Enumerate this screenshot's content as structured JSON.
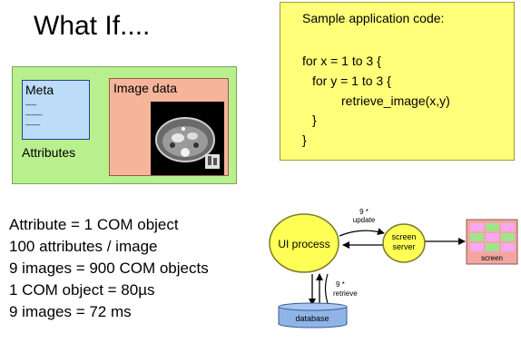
{
  "title": "What If....",
  "object_box": {
    "meta_label": "Meta",
    "meta_lines": [
      "------",
      "---------",
      "--------"
    ],
    "attributes_label": "Attributes",
    "image_label": "Image data"
  },
  "code": {
    "header": "Sample application code:",
    "lines": [
      "for x = 1 to 3 {",
      "for y = 1 to 3 {",
      "retrieve_image(x,y)",
      "}",
      "}"
    ]
  },
  "stats": [
    "Attribute = 1 COM object",
    "100 attributes / image",
    "9 images = 900 COM objects",
    "1 COM object = 80µs",
    "9 images = 72 ms"
  ],
  "flow": {
    "ui_process": "UI process",
    "screen_server_line1": "screen",
    "screen_server_line2": "server",
    "update_line1": "9 *",
    "update_line2": "update",
    "retrieve_line1": "9 *",
    "retrieve_line2": "retrieve",
    "database": "database",
    "screen": "screen",
    "screen_grid_colors": [
      "#f7a8f0",
      "#9fe38f",
      "#f7a8f0",
      "#9fe38f",
      "#f7a8f0",
      "#9fe38f",
      "#f7a8f0",
      "#9fe38f",
      "#f7a8f0"
    ]
  }
}
